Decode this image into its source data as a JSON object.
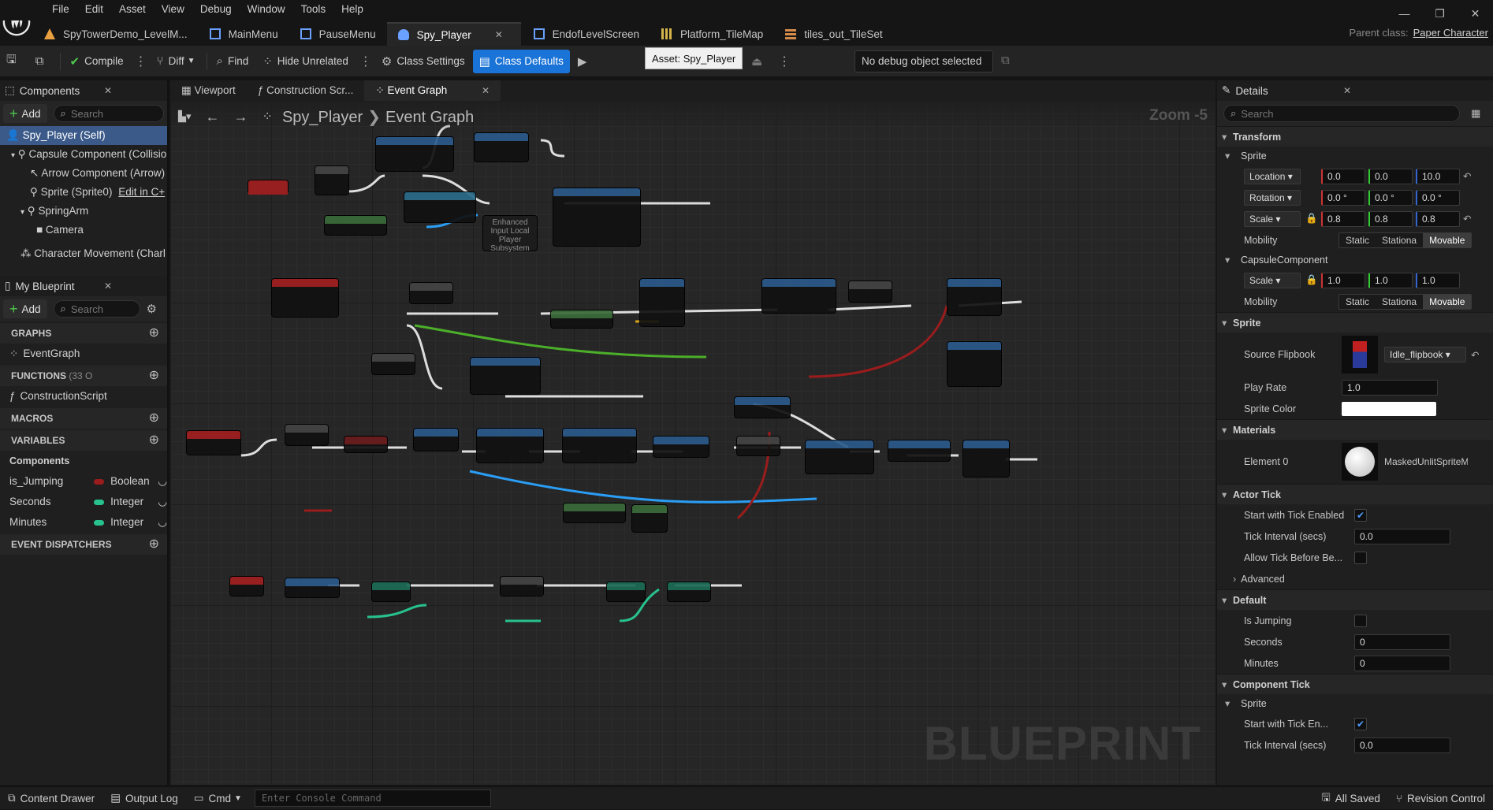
{
  "menu": {
    "items": [
      "File",
      "Edit",
      "Asset",
      "View",
      "Debug",
      "Window",
      "Tools",
      "Help"
    ]
  },
  "doc_tabs": [
    {
      "label": "SpyTowerDemo_LevelM...",
      "icon": "level-icon",
      "color": "#e8a040"
    },
    {
      "label": "MainMenu",
      "icon": "widget-icon",
      "color": "#6aa0ff"
    },
    {
      "label": "PauseMenu",
      "icon": "widget-icon",
      "color": "#6aa0ff"
    },
    {
      "label": "Spy_Player",
      "icon": "blueprint-icon",
      "color": "#6aa0ff",
      "active": true
    },
    {
      "label": "EndofLevelScreen",
      "icon": "widget-icon",
      "color": "#6aa0ff"
    },
    {
      "label": "Platform_TileMap",
      "icon": "tilemap-icon",
      "color": "#d4b44a"
    },
    {
      "label": "tiles_out_TileSet",
      "icon": "tileset-icon",
      "color": "#d48a4a"
    }
  ],
  "parent_class": {
    "label": "Parent class:",
    "value": "Paper Character"
  },
  "toolbar": {
    "compile": "Compile",
    "diff": "Diff",
    "find": "Find",
    "hide_unrelated": "Hide Unrelated",
    "class_settings": "Class Settings",
    "class_defaults": "Class Defaults",
    "tooltip": "Asset: Spy_Player",
    "debug_object": "No debug object selected"
  },
  "components_panel": {
    "title": "Components",
    "add": "Add",
    "search_placeholder": "Search",
    "tree": [
      {
        "label": "Spy_Player (Self)",
        "indent": 0,
        "selected": true
      },
      {
        "label": "Capsule Component (Collisio",
        "indent": 1
      },
      {
        "label": "Arrow Component (Arrow)",
        "indent": 2
      },
      {
        "label": "Sprite (Sprite0)",
        "indent": 2,
        "extra": "Edit in C+"
      },
      {
        "label": "SpringArm",
        "indent": 2
      },
      {
        "label": "Camera",
        "indent": 3
      },
      {
        "label": "Character Movement (Charl",
        "indent": 1
      }
    ]
  },
  "my_blueprint": {
    "title": "My Blueprint",
    "add": "Add",
    "search_placeholder": "Search",
    "graphs_label": "GRAPHS",
    "event_graph": "EventGraph",
    "functions_label": "FUNCTIONS",
    "functions_count": "(33 O",
    "construction_script": "ConstructionScript",
    "macros_label": "MACROS",
    "variables_label": "VARIABLES",
    "components_label": "Components",
    "variables": [
      {
        "name": "is_Jumping",
        "type": "Boolean",
        "color": "#9b1c1c"
      },
      {
        "name": "Seconds",
        "type": "Integer",
        "color": "#27c28d"
      },
      {
        "name": "Minutes",
        "type": "Integer",
        "color": "#27c28d"
      }
    ],
    "event_dispatchers_label": "EVENT DISPATCHERS"
  },
  "graph": {
    "tabs": [
      "Viewport",
      "Construction Scr...",
      "Event Graph"
    ],
    "breadcrumb_root": "Spy_Player",
    "breadcrumb_leaf": "Event Graph",
    "zoom": "Zoom -5",
    "watermark": "BLUEPRINT",
    "enhanced_label": "Enhanced Input Local Player Subsystem"
  },
  "details": {
    "title": "Details",
    "search_placeholder": "Search",
    "transform": "Transform",
    "sprite_sub": "Sprite",
    "location_label": "Location",
    "location": [
      "0.0",
      "0.0",
      "10.0"
    ],
    "rotation_label": "Rotation",
    "rotation": [
      "0.0 °",
      "0.0 °",
      "0.0 °"
    ],
    "scale_label": "Scale",
    "scale": [
      "0.8",
      "0.8",
      "0.8"
    ],
    "mobility_label": "Mobility",
    "mobility_options": [
      "Static",
      "Stationa",
      "Movable"
    ],
    "capsule_sub": "CapsuleComponent",
    "capsule_scale": [
      "1.0",
      "1.0",
      "1.0"
    ],
    "sprite_section": "Sprite",
    "source_flipbook_label": "Source Flipbook",
    "source_flipbook": "Idle_flipbook",
    "play_rate_label": "Play Rate",
    "play_rate": "1.0",
    "sprite_color_label": "Sprite Color",
    "materials": "Materials",
    "element0_label": "Element 0",
    "element0": "MaskedUnlitSpriteMa",
    "actor_tick": "Actor Tick",
    "start_tick_label": "Start with Tick Enabled",
    "tick_interval_label": "Tick Interval (secs)",
    "tick_interval": "0.0",
    "allow_tick_label": "Allow Tick Before Be...",
    "advanced": "Advanced",
    "default": "Default",
    "is_jumping_label": "Is Jumping",
    "seconds_label": "Seconds",
    "seconds": "0",
    "minutes_label": "Minutes",
    "minutes": "0",
    "component_tick": "Component Tick",
    "ct_sprite": "Sprite",
    "ct_start_label": "Start with Tick En...",
    "ct_interval_label": "Tick Interval (secs)",
    "ct_interval": "0.0"
  },
  "statusbar": {
    "content_drawer": "Content Drawer",
    "output_log": "Output Log",
    "cmd": "Cmd",
    "console_placeholder": "Enter Console Command",
    "all_saved": "All Saved",
    "revision_control": "Revision Control"
  }
}
